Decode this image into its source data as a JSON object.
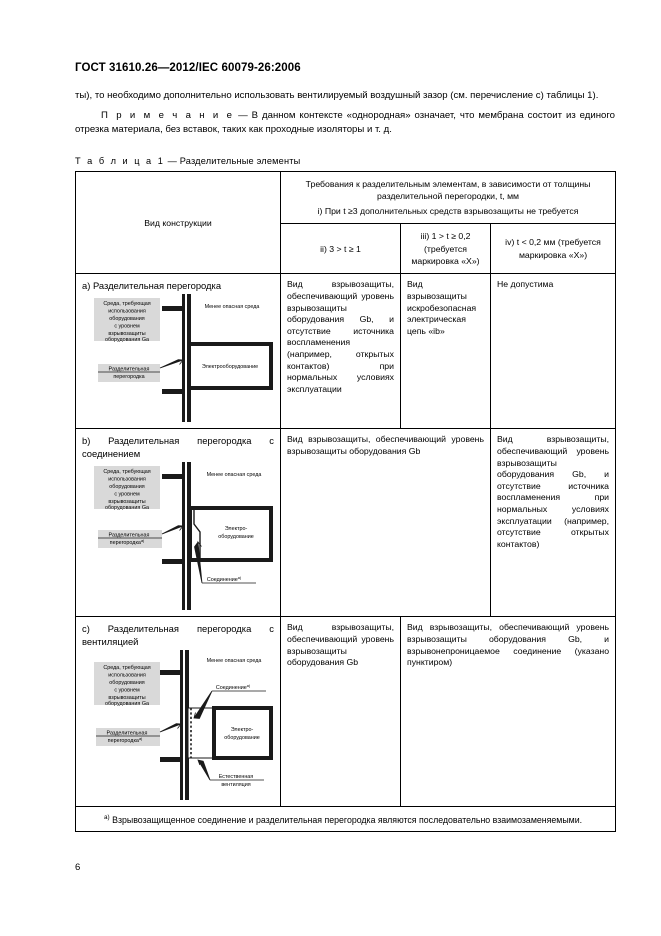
{
  "document": {
    "header": "ГОСТ 31610.26—2012/IEC 60079-26:2006",
    "page_number": "6"
  },
  "intro": {
    "para1": "ты), то необходимо дополнительно использовать вентилируемый воздушный зазор (см. перечисление с) таблицы 1).",
    "note_label": "П р и м е ч а н и е",
    "note_text": " — В данном контексте «однородная» означает, что мембрана состоит из единого отрезка материала, без вставок, таких как проходные изоляторы и т. д."
  },
  "table": {
    "caption_label": "Т а б л и ц а  1",
    "caption_text": " — Разделительные элементы",
    "header": {
      "col1": "Вид конструкции",
      "req_line1": "Требования к разделительным элементам, в зависимости от толщины",
      "req_line2": "разделительной перегородки, t, мм",
      "req_line3": "i)  При t ≥3 дополнительных средств взрывозащиты не требуется",
      "col2": "ii)  3 > t ≥ 1",
      "col3_line1": "iii)  1 > t ≥ 0,2",
      "col3_line2": "(требуется",
      "col3_line3": "маркировка «X»)",
      "col4_line1": "iv)  t < 0,2 мм (требуется",
      "col4_line2": "маркировка «X»)"
    },
    "rows": [
      {
        "title": "a)  Разделительная перегородка",
        "col2": "Вид взрывозащиты, обеспечивающий уровень взрывозащиты оборудования Gb, и отсутствие источника воспламенения (например, открытых контактов) при нормальных условиях эксплуатации",
        "col3": "Вид взрывозащиты искробезопасная электрическая цепь «ib»",
        "col4": "Не допустима",
        "diagram": {
          "label_left": "Среда, требующая использования оборудования с уровнем взрывозащиты оборудования Ga",
          "label_top_right": "Менее опасная среда",
          "label_equipment": "Электрооборудование",
          "label_partition": "Разделительная перегородка"
        }
      },
      {
        "title": "b)  Разделительная перегородка с соединением",
        "col2": "Вид взрывозащиты, обеспечивающий уровень взрывозащиты оборудования Gb",
        "col3": "",
        "col4": "Вид взрывозащиты, обеспечивающий уровень взрывозащиты оборудования Gb, и отсутствие источника воспламенения при нормальных условиях эксплуатации (например, отсутствие открытых контактов)",
        "diagram": {
          "label_left": "Среда, требующая использования оборудования с уровнем взрывозащиты оборудования Ga",
          "label_top_right": "Менее опасная среда",
          "label_equipment": "Электро-оборудование",
          "label_partition": "Разделительная перегородка",
          "label_partition_sup": "а)",
          "label_joint": "Соединение",
          "label_joint_sup": "а)"
        }
      },
      {
        "title": "c)  Разделительная перегородка с вентиляцией",
        "col2": "Вид взрывозащиты, обеспечивающий уровень взрывозащиты оборудования Gb",
        "col3": "Вид взрывозащиты, обеспечивающий уровень взрывозащиты оборудования Gb, и взрывонепроницаемое соединение (указано пунктиром)",
        "col4": "",
        "diagram": {
          "label_left": "Среда, требующая использования оборудования с уровнем взрывозащиты оборудования Ga",
          "label_top_right": "Менее опасная среда",
          "label_equipment": "Электро-оборудование",
          "label_partition": "Разделительная перегородка",
          "label_partition_sup": "а)",
          "label_joint": "Соединение",
          "label_joint_sup": "а)",
          "label_ventilation": "Естественная вентиляция"
        }
      }
    ],
    "footnote": {
      "marker": "а)",
      "text": " Взрывозащищенное соединение и разделительная перегородка являются последовательно взаимозаменяемыми."
    }
  },
  "colors": {
    "ink": "#000000",
    "paper": "#ffffff",
    "shade": "#d8d8d8"
  }
}
